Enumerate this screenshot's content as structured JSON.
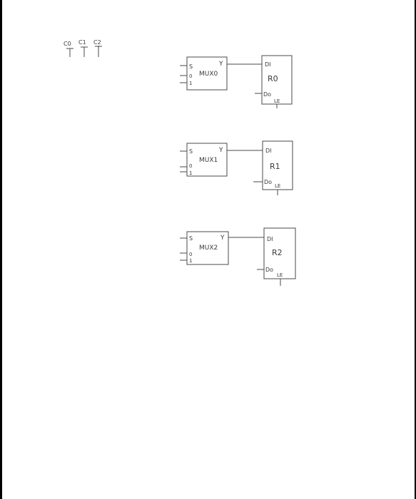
{
  "controls": {
    "labels": [
      "C0",
      "C1",
      "C2"
    ]
  },
  "rows": [
    {
      "mux": {
        "name": "MUX0",
        "s": "S",
        "in0": "0",
        "in1": "1",
        "y": "Y"
      },
      "reg": {
        "name": "R0",
        "di": "DI",
        "do": "Do",
        "le": "LE"
      }
    },
    {
      "mux": {
        "name": "MUX1",
        "s": "S",
        "in0": "0",
        "in1": "1",
        "y": "Y"
      },
      "reg": {
        "name": "R1",
        "di": "DI",
        "do": "Do",
        "le": "LE"
      }
    },
    {
      "mux": {
        "name": "MUX2",
        "s": "S",
        "in0": "0",
        "in1": "1",
        "y": "Y"
      },
      "reg": {
        "name": "R2",
        "di": "DI",
        "do": "Do",
        "le": "LE"
      }
    }
  ]
}
